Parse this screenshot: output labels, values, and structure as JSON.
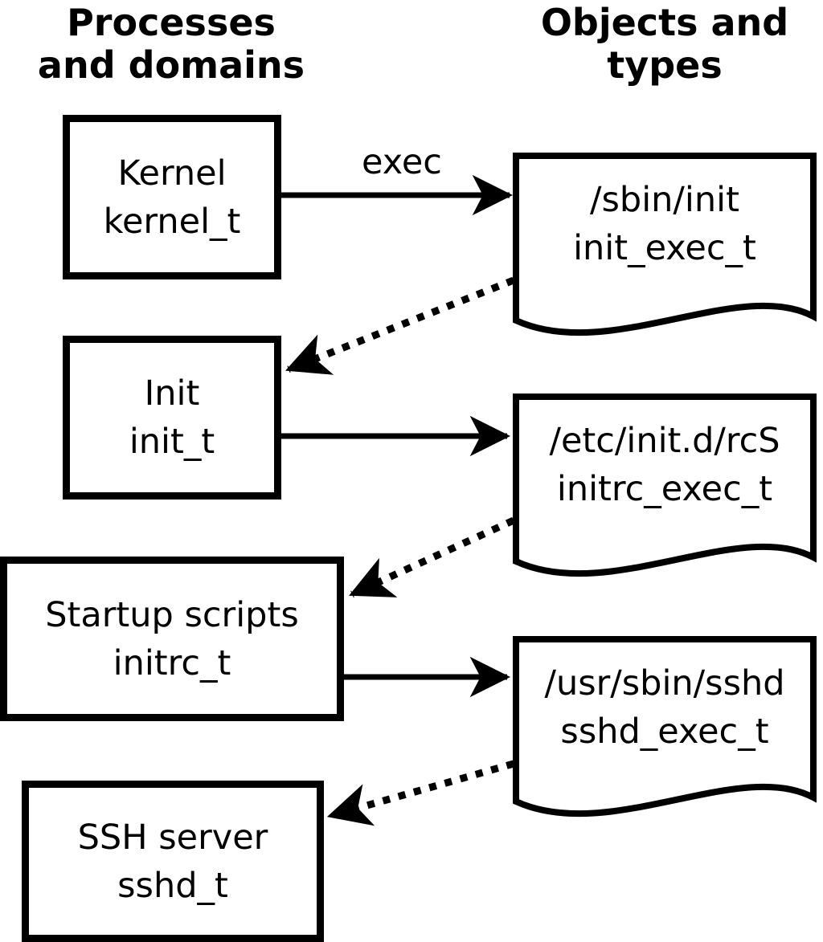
{
  "diagram": {
    "columns": {
      "left": {
        "line1": "Processes",
        "line2": "and domains"
      },
      "right": {
        "line1": "Objects and",
        "line2": "types"
      }
    },
    "processes": [
      {
        "name": "Kernel",
        "domain": "kernel_t"
      },
      {
        "name": "Init",
        "domain": "init_t"
      },
      {
        "name": "Startup scripts",
        "domain": "initrc_t"
      },
      {
        "name": "SSH server",
        "domain": "sshd_t"
      }
    ],
    "objects": [
      {
        "path": "/sbin/init",
        "type": "init_exec_t"
      },
      {
        "path": "/etc/init.d/rcS",
        "type": "initrc_exec_t"
      },
      {
        "path": "/usr/sbin/sshd",
        "type": "sshd_exec_t"
      }
    ],
    "edges": [
      {
        "from": "kernel_t",
        "to": "/sbin/init",
        "style": "solid",
        "label": "exec"
      },
      {
        "from": "/sbin/init",
        "to": "init_t",
        "style": "dotted",
        "label": ""
      },
      {
        "from": "init_t",
        "to": "/etc/init.d/rcS",
        "style": "solid",
        "label": ""
      },
      {
        "from": "/etc/init.d/rcS",
        "to": "initrc_t",
        "style": "dotted",
        "label": ""
      },
      {
        "from": "initrc_t",
        "to": "/usr/sbin/sshd",
        "style": "solid",
        "label": ""
      },
      {
        "from": "/usr/sbin/sshd",
        "to": "sshd_t",
        "style": "dotted",
        "label": ""
      }
    ],
    "colors": {
      "ink": "#000000",
      "background": "#ffffff"
    }
  }
}
